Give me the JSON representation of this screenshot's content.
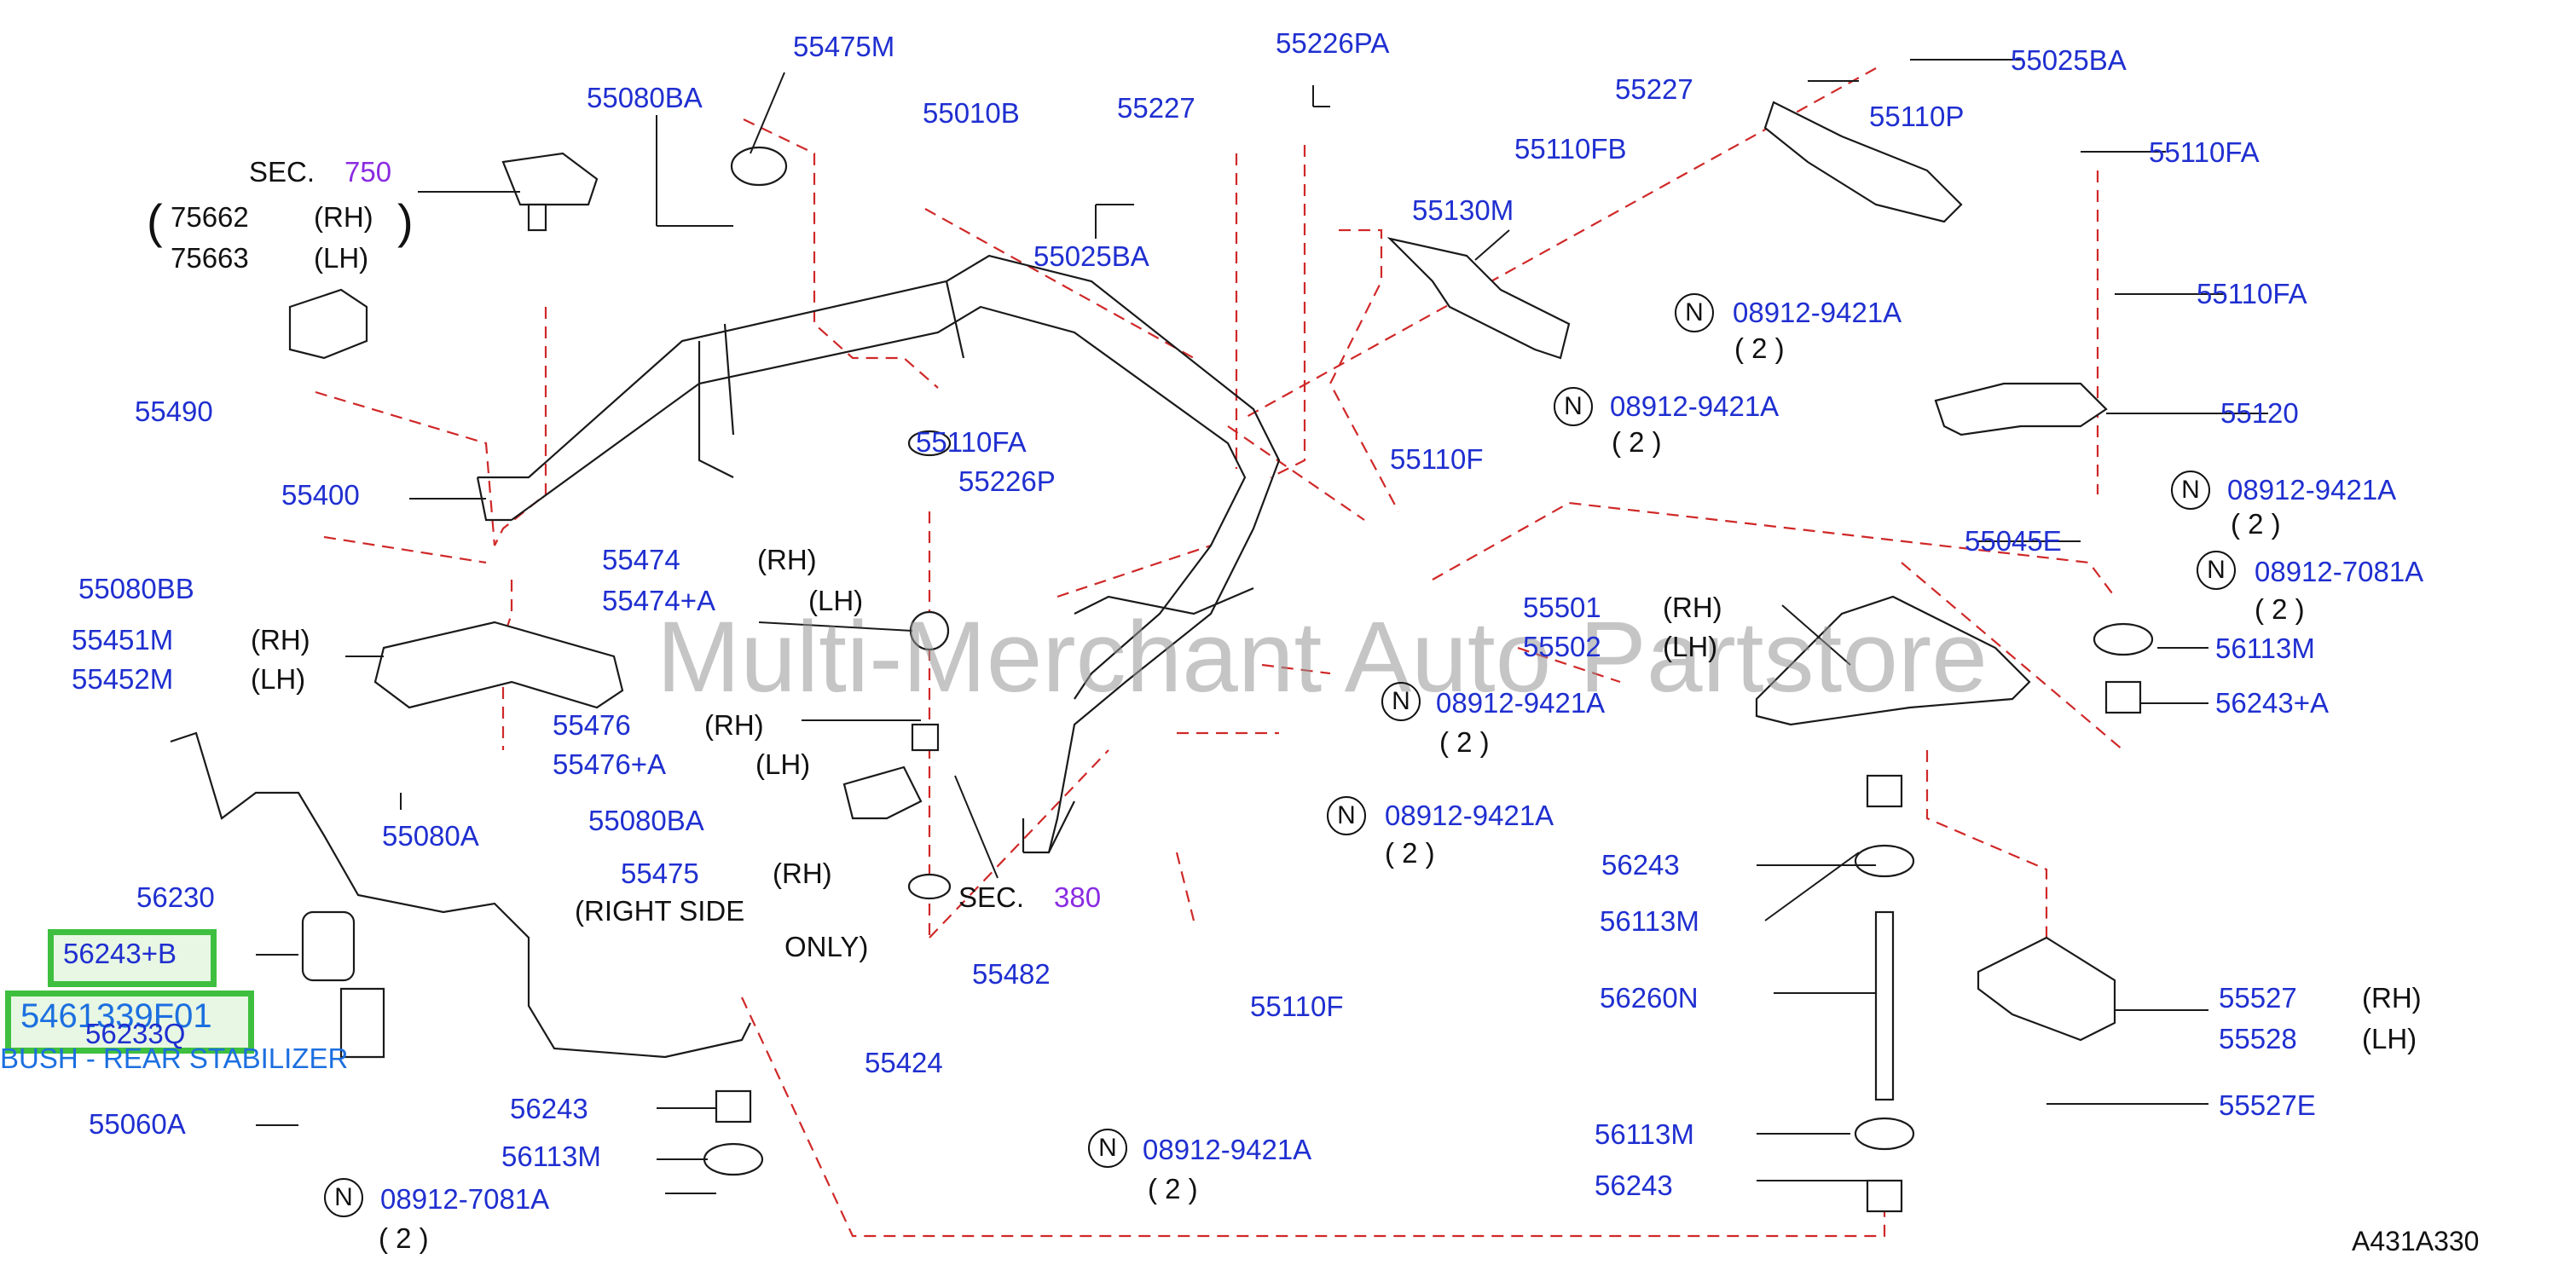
{
  "watermark": "Multi-Merchant Auto Partstore",
  "diagram_code": "A431A330",
  "n_symbol": "N",
  "highlight": {
    "part": "5461339F01",
    "description": "BUSH - REAR STABILIZER",
    "box_label": "56243+B"
  },
  "labels": {
    "p55475M": "55475M",
    "p55080BA_top": "55080BA",
    "sec": "SEC.",
    "sec750": "750",
    "sec380": "380",
    "p75662": "75662",
    "p75663": "75663",
    "rh": "(RH)",
    "lh": "(LH)",
    "paren_open": "(",
    "paren_close": ")",
    "p55490": "55490",
    "p55400": "55400",
    "p55080BB": "55080BB",
    "p55451M": "55451M",
    "p55452M": "55452M",
    "p56230": "56230",
    "p55080A": "55080A",
    "p55080BA_mid": "55080BA",
    "p56233Q": "56233Q",
    "p55060A": "55060A",
    "p08912_7081A_a": "08912-7081A",
    "qty2": "( 2 )",
    "p56243_a": "56243",
    "p56113M_a": "56113M",
    "p55010B": "55010B",
    "p55227_a": "55227",
    "p55025BA_a": "55025BA",
    "p55226PA": "55226PA",
    "p55110FA_a": "55110FA",
    "p55226P": "55226P",
    "p55474": "55474",
    "p55474A": "55474+A",
    "p55476": "55476",
    "p55476A": "55476+A",
    "p55475": "55475",
    "right_side": "(RIGHT SIDE",
    "only": "ONLY)",
    "p55482": "55482",
    "p55424": "55424",
    "p08912_9421A": "08912-9421A",
    "p55110F_a": "55110F",
    "p55110F_b": "55110F",
    "p55227_b": "55227",
    "p55025BA_b": "55025BA",
    "p55110FB": "55110FB",
    "p55110P": "55110P",
    "p55110FA_b": "55110FA",
    "p55130M": "55130M",
    "p55110FA_c": "55110FA",
    "p55120": "55120",
    "p55045E": "55045E",
    "p08912_7081A_b": "08912-7081A",
    "p55501": "55501",
    "p55502": "55502",
    "p56113M_b": "56113M",
    "p56243A": "56243+A",
    "p56243_b": "56243",
    "p56113M_c": "56113M",
    "p56260N": "56260N",
    "p56113M_d": "56113M",
    "p56243_c": "56243",
    "p55527": "55527",
    "p55528": "55528",
    "p55527E": "55527E"
  },
  "colors": {
    "label": "#1f2fd0",
    "section": "#8a2be2",
    "dash": "#e03030",
    "highlight_border": "#3fbf3f",
    "highlight_text": "#1c6fe0"
  }
}
